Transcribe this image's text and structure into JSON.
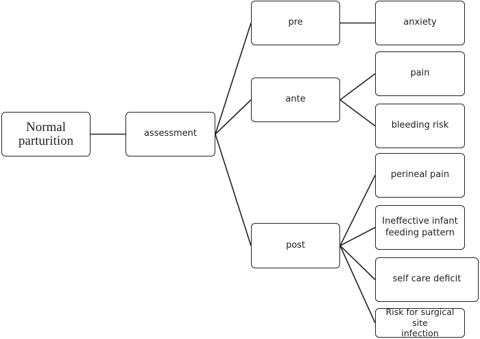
{
  "nodes": {
    "root": "Normal\nparturition",
    "assessment": "assessment",
    "pre": "pre",
    "ante": "ante",
    "post": "post",
    "anxiety": "anxiety",
    "pain": "pain",
    "bleeding_risk": "bleeding risk",
    "perineal_pain": "perineal pain",
    "ineffective_feeding": "Ineffective infant\nfeeding pattern",
    "self_care": "self care deficit",
    "surgical_site": "Risk for surgical site\ninfection"
  },
  "edges": [
    [
      "root",
      "assessment"
    ],
    [
      "assessment",
      "pre"
    ],
    [
      "assessment",
      "ante"
    ],
    [
      "assessment",
      "post"
    ],
    [
      "pre",
      "anxiety"
    ],
    [
      "ante",
      "pain"
    ],
    [
      "ante",
      "bleeding_risk"
    ],
    [
      "post",
      "perineal_pain"
    ],
    [
      "post",
      "ineffective_feeding"
    ],
    [
      "post",
      "self_care"
    ],
    [
      "post",
      "surgical_site"
    ]
  ]
}
